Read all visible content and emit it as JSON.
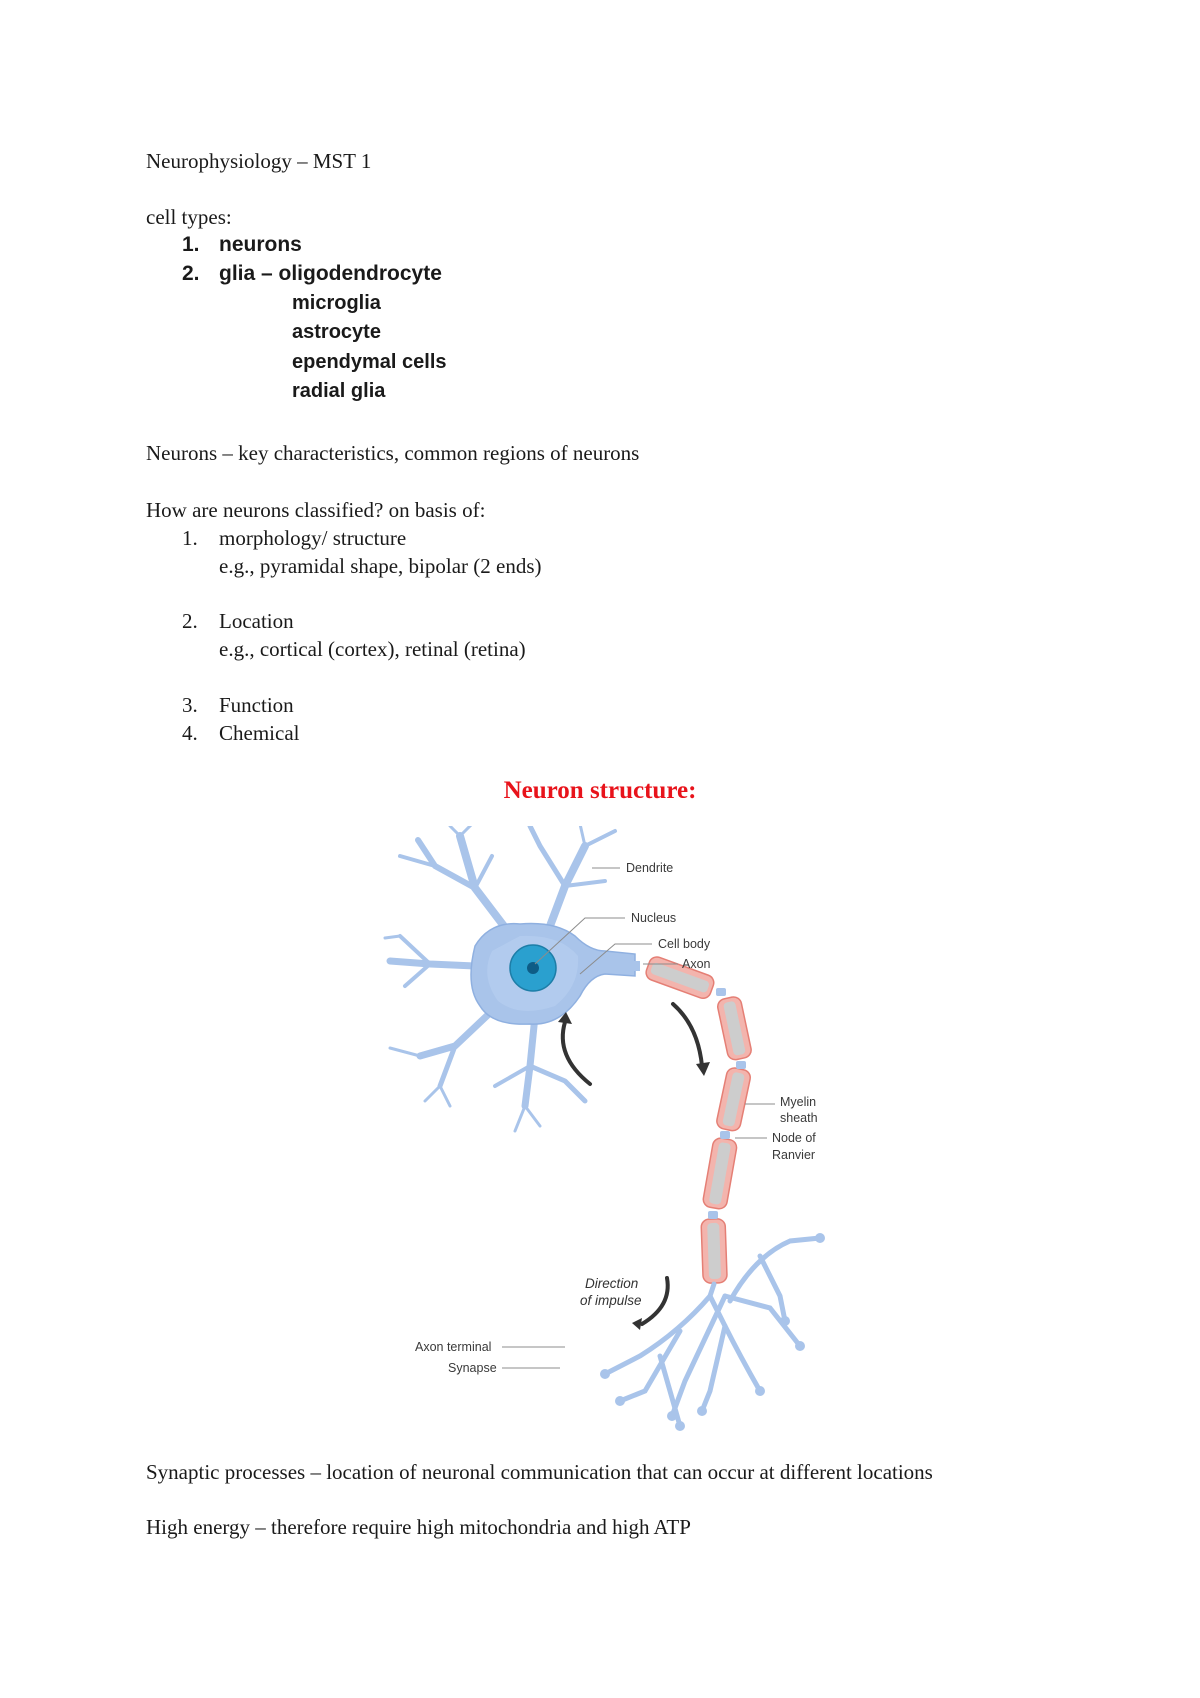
{
  "title": "Neurophysiology – MST 1",
  "cell_types": {
    "label": "cell types:",
    "items": [
      {
        "num": "1.",
        "text": "neurons"
      },
      {
        "num": "2.",
        "text": "glia – oligodendrocyte"
      }
    ],
    "glia_subtypes": [
      "microglia",
      "astrocyte",
      "ependymal cells",
      "radial glia"
    ]
  },
  "neurons_line": "Neurons – key characteristics, common regions of neurons",
  "classification": {
    "question": "How are neurons classified? on basis of:",
    "items": [
      {
        "num": "1.",
        "text": "morphology/ structure",
        "example": "e.g., pyramidal shape, bipolar (2 ends)"
      },
      {
        "num": "2.",
        "text": "Location",
        "example": "e.g., cortical (cortex), retinal (retina)"
      },
      {
        "num": "3.",
        "text": "Function"
      },
      {
        "num": "4.",
        "text": "Chemical"
      }
    ]
  },
  "structure_heading": "Neuron structure:",
  "diagram": {
    "labels": {
      "dendrite": "Dendrite",
      "nucleus": "Nucleus",
      "cell_body": "Cell body",
      "axon": "Axon",
      "myelin_1": "Myelin",
      "myelin_2": "sheath",
      "node_1": "Node of",
      "node_2": "Ranvier",
      "direction_1": "Direction",
      "direction_2": "of impulse",
      "axon_terminal": "Axon terminal",
      "synapse": "Synapse"
    },
    "colors": {
      "cell": "#a9c4ea",
      "cell_stroke": "#7ea3d8",
      "nucleus": "#2aa0cf",
      "myelin": "#f3b4ad",
      "myelin_stroke": "#e57f75",
      "axon_core": "#c9c9c9"
    }
  },
  "synaptic_line": "Synaptic processes – location of neuronal communication that can occur at different locations",
  "energy_line": "High energy – therefore require high mitochondria and high ATP"
}
